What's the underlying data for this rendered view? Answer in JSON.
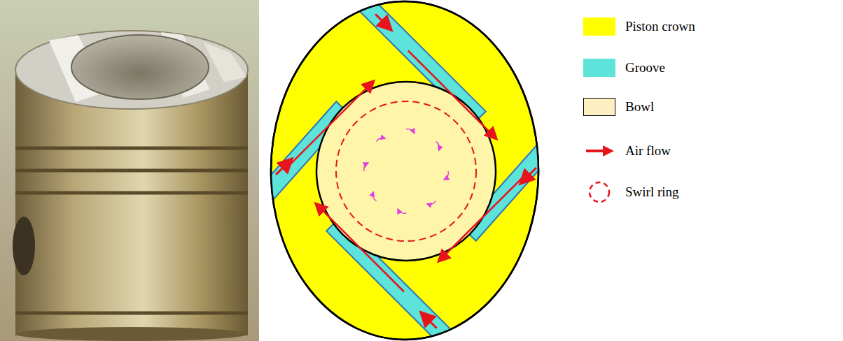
{
  "diagram": {
    "legend": [
      {
        "text": "Piston crown",
        "color": "#ffff00"
      },
      {
        "text": "Groove",
        "color": "#5de3d9"
      },
      {
        "text": "Bowl",
        "color": "#feefc3"
      },
      {
        "text": "Air flow"
      },
      {
        "text": "Swirl ring"
      }
    ]
  }
}
